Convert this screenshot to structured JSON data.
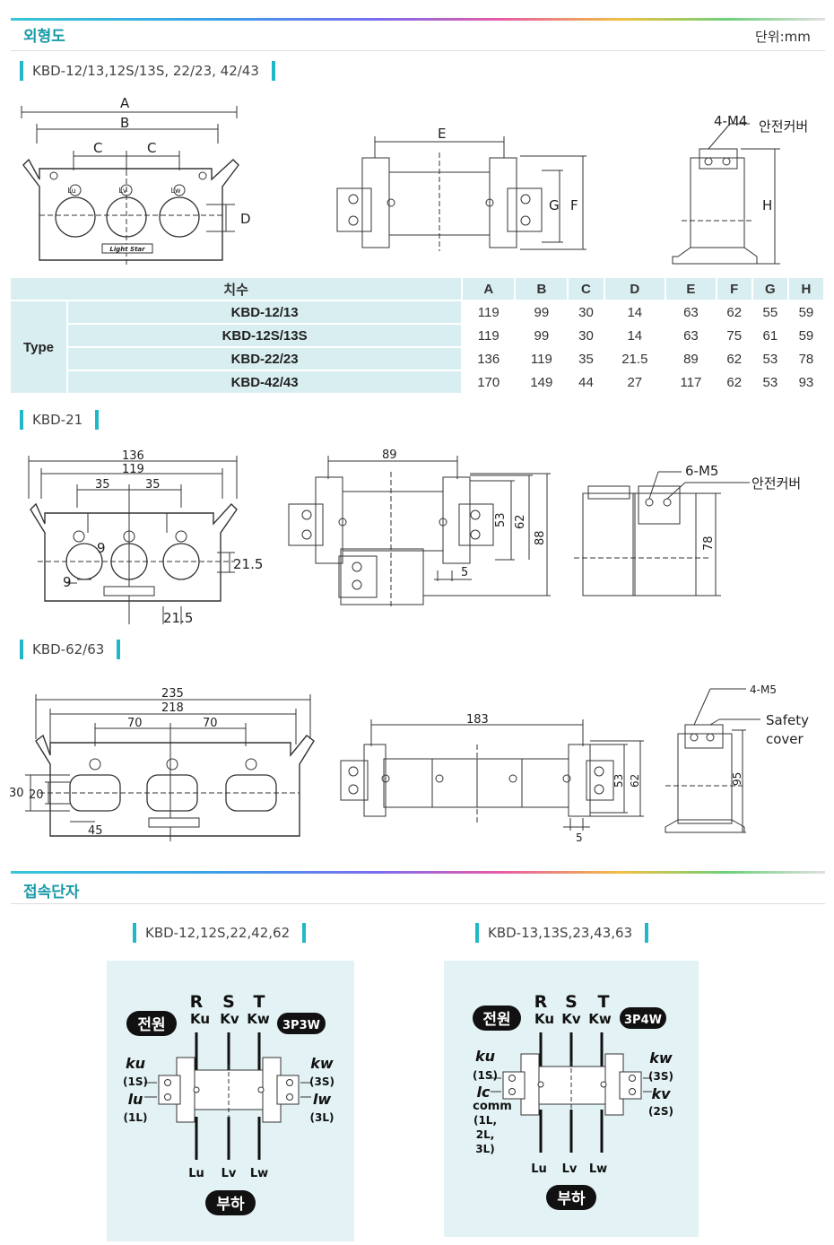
{
  "section1": {
    "title": "외형도",
    "unit": "단위:mm"
  },
  "sub1": {
    "label": "KBD-12/13,12S/13S, 22/23, 42/43"
  },
  "drawing1": {
    "dims_front": [
      "A",
      "B",
      "C",
      "C",
      "D"
    ],
    "dims_side": [
      "E",
      "G",
      "F"
    ],
    "dims_end": [
      "4-M4",
      "안전커버",
      "H"
    ],
    "front_labels": [
      "Lu",
      "Lv",
      "Lw"
    ],
    "brand": "Light Star"
  },
  "table": {
    "header_label": "치수",
    "columns": [
      "A",
      "B",
      "C",
      "D",
      "E",
      "F",
      "G",
      "H"
    ],
    "group_label": "Type",
    "rows": [
      {
        "model": "KBD-12/13",
        "values": [
          "119",
          "99",
          "30",
          "14",
          "63",
          "62",
          "55",
          "59"
        ]
      },
      {
        "model": "KBD-12S/13S",
        "values": [
          "119",
          "99",
          "30",
          "14",
          "63",
          "75",
          "61",
          "59"
        ]
      },
      {
        "model": "KBD-22/23",
        "values": [
          "136",
          "119",
          "35",
          "21.5",
          "89",
          "62",
          "53",
          "78"
        ]
      },
      {
        "model": "KBD-42/43",
        "values": [
          "170",
          "149",
          "44",
          "27",
          "117",
          "62",
          "53",
          "93"
        ]
      }
    ]
  },
  "sub2": {
    "label": "KBD-21"
  },
  "drawing2": {
    "front_dims": [
      "136",
      "119",
      "35",
      "35",
      "9",
      "9",
      "21.5",
      "21.5"
    ],
    "side_dims": [
      "89",
      "53",
      "62",
      "88",
      "5"
    ],
    "end_dims": [
      "6-M5",
      "안전커버",
      "78"
    ]
  },
  "sub3": {
    "label": "KBD-62/63"
  },
  "drawing3": {
    "front_dims": [
      "235",
      "218",
      "70",
      "70",
      "30",
      "20",
      "45"
    ],
    "side_dims": [
      "183",
      "53",
      "62",
      "5"
    ],
    "end_dims": [
      "4-M5",
      "Safety",
      "cover",
      "95"
    ]
  },
  "section2": {
    "title": "접속단자"
  },
  "conn_left": {
    "label": "KBD-12,12S,22,42,62",
    "top_letters": [
      "R",
      "S",
      "T"
    ],
    "top_k": [
      "Ku",
      "Kv",
      "Kw"
    ],
    "source_badge": "전원",
    "mode_badge": "3P3W",
    "left_terms": [
      "ku",
      "(1S)",
      "lu",
      "(1L)"
    ],
    "right_terms": [
      "kw",
      "(3S)",
      "lw",
      "(3L)"
    ],
    "bottom_l": [
      "Lu",
      "Lv",
      "Lw"
    ],
    "load_badge": "부하"
  },
  "conn_right": {
    "label": "KBD-13,13S,23,43,63",
    "top_letters": [
      "R",
      "S",
      "T"
    ],
    "top_k": [
      "Ku",
      "Kv",
      "Kw"
    ],
    "source_badge": "전원",
    "mode_badge": "3P4W",
    "left_terms": [
      "ku",
      "(1S)",
      "lc",
      "comm",
      "(1L,",
      "2L,",
      "3L)"
    ],
    "right_terms": [
      "kw",
      "(3S)",
      "kv",
      "(2S)"
    ],
    "bottom_l": [
      "Lu",
      "Lv",
      "Lw"
    ],
    "load_badge": "부하"
  }
}
